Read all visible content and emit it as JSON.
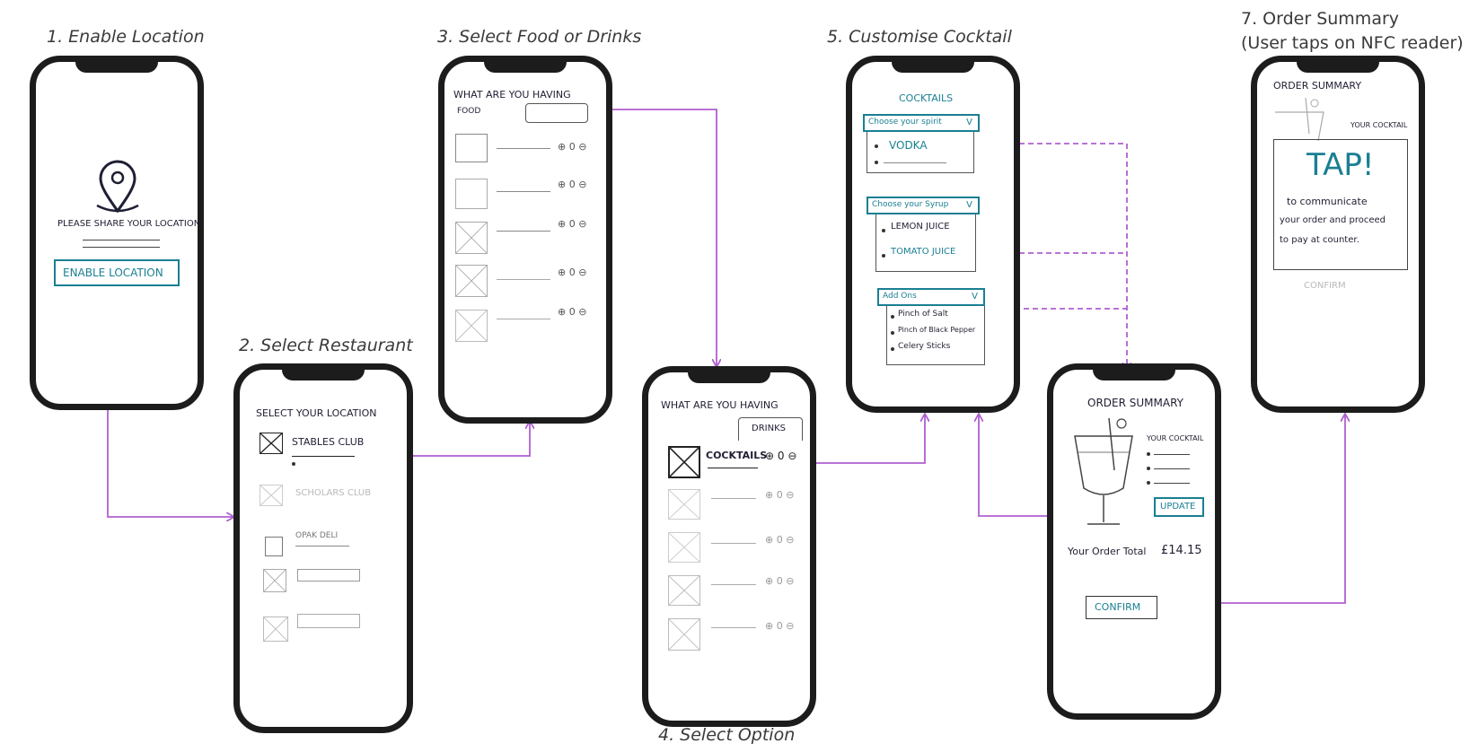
{
  "steps": {
    "s1": "1. Enable Location",
    "s2": "2. Select Restaurant",
    "s3": "3. Select Food or Drinks",
    "s4": "4. Select Option",
    "s5": "5. Customise Cocktail",
    "s7_line1": "7. Order Summary",
    "s7_line2": "(User taps on NFC reader)"
  },
  "screen1": {
    "prompt": "PLEASE SHARE YOUR LOCATION",
    "button": "ENABLE LOCATION"
  },
  "screen2": {
    "heading": "SELECT YOUR LOCATION",
    "items": [
      "STABLES CLUB",
      "SCHOLARS CLUB",
      "OPAK DELI"
    ]
  },
  "screen3": {
    "heading": "WHAT ARE YOU HAVING",
    "tab": "FOOD",
    "controls": "⊕ 0 ⊖"
  },
  "screen4": {
    "heading": "WHAT ARE YOU HAVING",
    "tab": "DRINKS",
    "first_item": "COCKTAILS",
    "controls": "⊕ 0 ⊖"
  },
  "screen5": {
    "heading": "COCKTAILS",
    "spirit_label": "Choose your spirit",
    "spirit_option": "VODKA",
    "syrup_label": "Choose your Syrup",
    "syrup_options": [
      "LEMON JUICE",
      "TOMATO JUICE"
    ],
    "addons_label": "Add Ons",
    "addons_options": [
      "Pinch of Salt",
      "Pinch of Black Pepper",
      "Celery Sticks"
    ],
    "chevron": "V"
  },
  "screen6": {
    "heading": "ORDER SUMMARY",
    "item_label": "YOUR COCKTAIL",
    "update": "UPDATE",
    "total_label": "Your Order Total",
    "total_value": "£14.15",
    "confirm": "CONFIRM"
  },
  "screen7": {
    "heading": "ORDER SUMMARY",
    "item_label": "YOUR COCKTAIL",
    "tap": "TAP!",
    "message_line1": "to communicate",
    "message_line2": "your order and proceed",
    "message_line3": "to pay at counter.",
    "confirm": "CONFIRM"
  },
  "colors": {
    "connector": "#b05fd0",
    "teal_ink": "#1a7f93",
    "phone_frame": "#1c1c1c"
  }
}
